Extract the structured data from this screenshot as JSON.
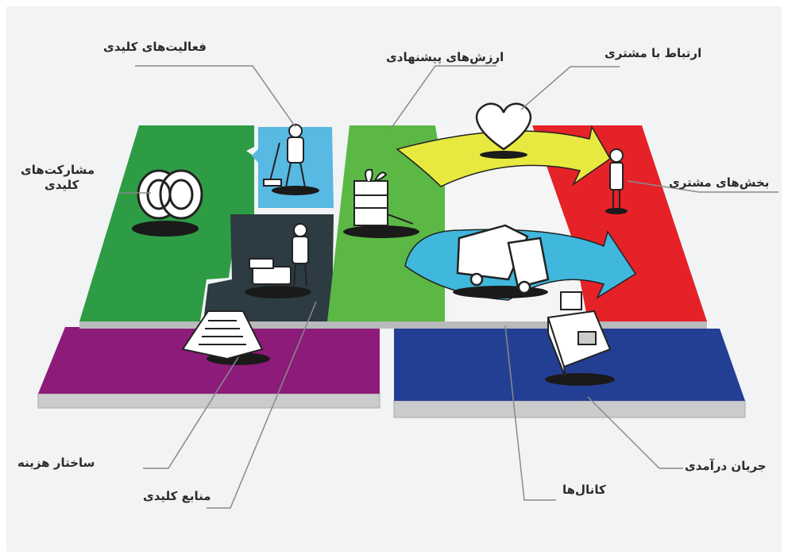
{
  "labels": {
    "key_activities": "فعالیت‌های کلیدی",
    "value_propositions": "ارزش‌های پیشنهادی",
    "customer_relationships": "ارتباط با مشتری",
    "key_partnerships_line1": "مشارکت‌های",
    "key_partnerships_line2": "کلیدی",
    "customer_segments": "بخش‌های مشتری",
    "cost_structure": "ساختار هزینه",
    "key_resources": "منابع کلیدی",
    "channels": "کانال‌ها",
    "revenue_streams": "جریان درآمدی"
  },
  "colors": {
    "partnerships": "#2e9c45",
    "activities": "#58b9e2",
    "resources": "#2d3b42",
    "value": "#5cb844",
    "relationships": "#e7e940",
    "channels": "#40b7dc",
    "segments": "#e52228",
    "cost": "#8d1b7a",
    "revenue": "#233f94",
    "base": "#c9cbcc",
    "leader": "#8a8a8a"
  },
  "icons": [
    "rings-icon",
    "janitor-icon",
    "worker-cart-icon",
    "gift-cart-icon",
    "heart-icon",
    "person-icon",
    "truck-icon",
    "cash-register-icon",
    "invoice-icon"
  ]
}
